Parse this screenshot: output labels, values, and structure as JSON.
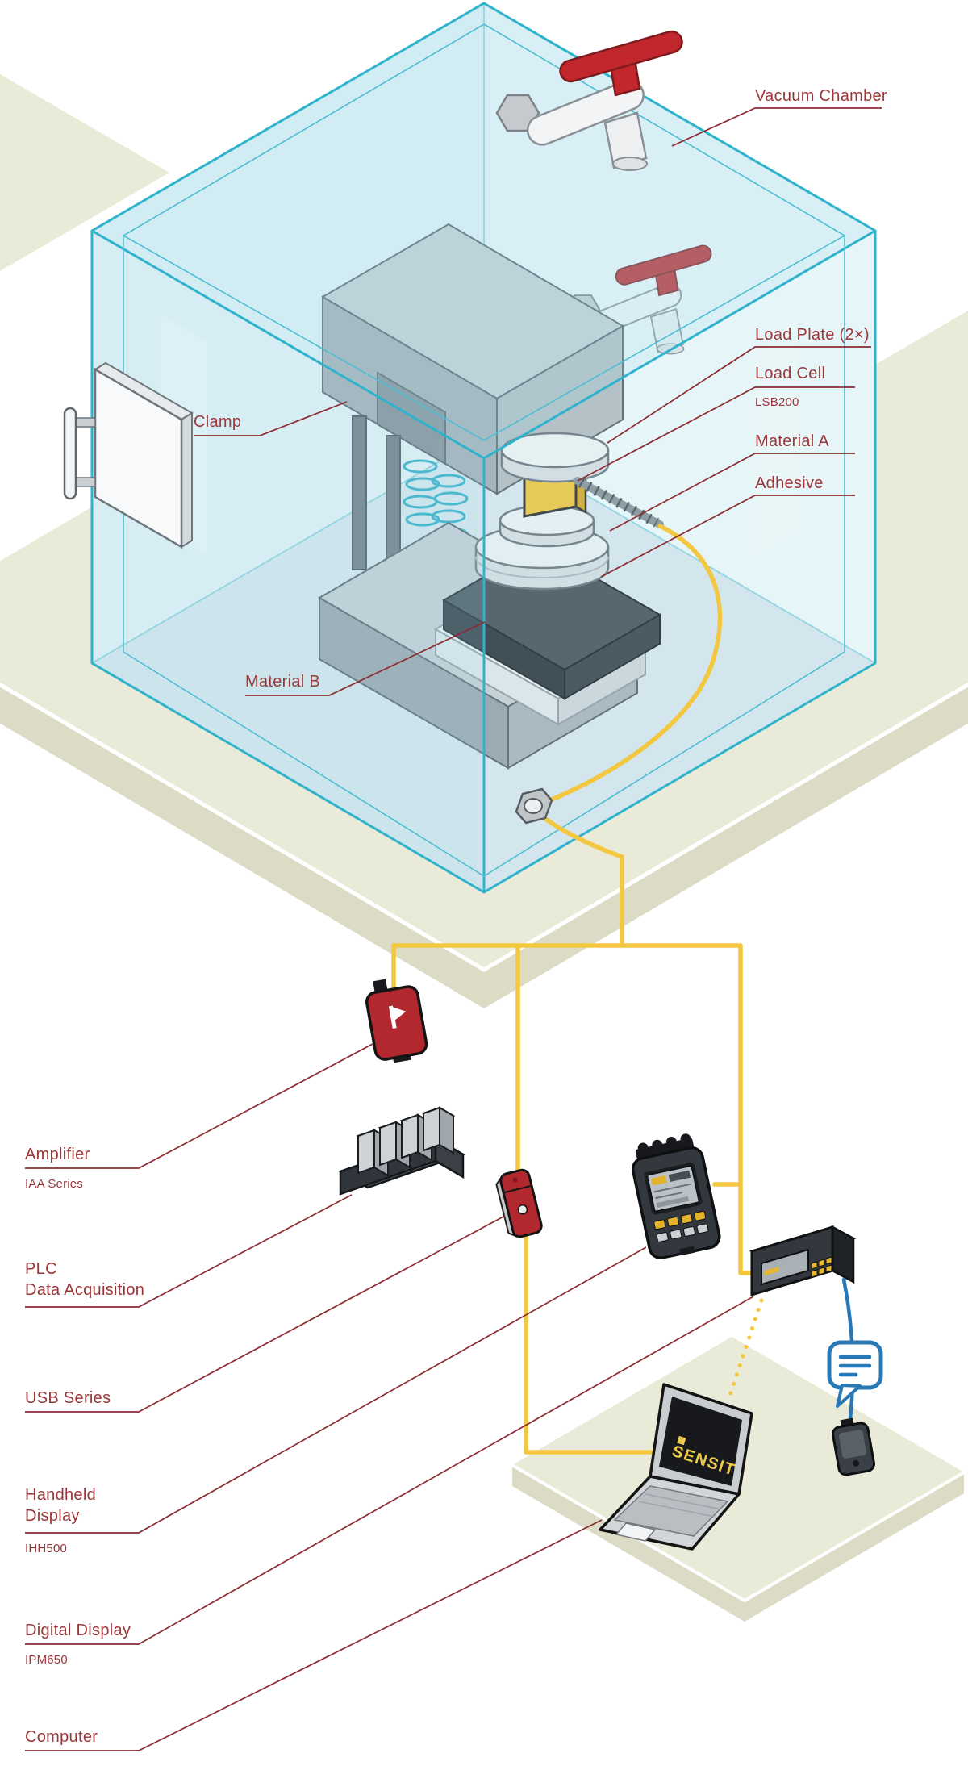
{
  "diagram": {
    "scene": "vacuum-chamber-adhesive-bond-test-setup"
  },
  "labels": {
    "vacuum_chamber": {
      "text": "Vacuum Chamber"
    },
    "load_plate": {
      "text": "Load Plate (2×)"
    },
    "load_cell": {
      "text": "Load Cell",
      "model": "LSB200"
    },
    "material_a": {
      "text": "Material A"
    },
    "adhesive": {
      "text": "Adhesive"
    },
    "clamp": {
      "text": "Clamp"
    },
    "material_b": {
      "text": "Material B"
    },
    "amplifier": {
      "text": "Amplifier",
      "model": "IAA Series"
    },
    "plc": {
      "line1": "PLC",
      "line2": "Data Acquisition"
    },
    "usb": {
      "text": "USB Series"
    },
    "handheld": {
      "line1": "Handheld",
      "line2": "Display",
      "model": "IHH500"
    },
    "digital_display": {
      "text": "Digital Display",
      "model": "IPM650"
    },
    "computer": {
      "text": "Computer"
    }
  },
  "laptop": {
    "screen_text": "SENSIT"
  },
  "colors": {
    "label_text": "#9C3639",
    "leader_line": "#8C2B31",
    "chamber_glass_edge": "#2FB3CC",
    "cable_yellow": "#F3C73F",
    "platform_beige": "#EAEAD8",
    "device_red": "#B1282F",
    "accent_blue": "#2878B5",
    "spring_teal": "#2FAEC6",
    "load_cell_yellow": "#F2C53D"
  }
}
